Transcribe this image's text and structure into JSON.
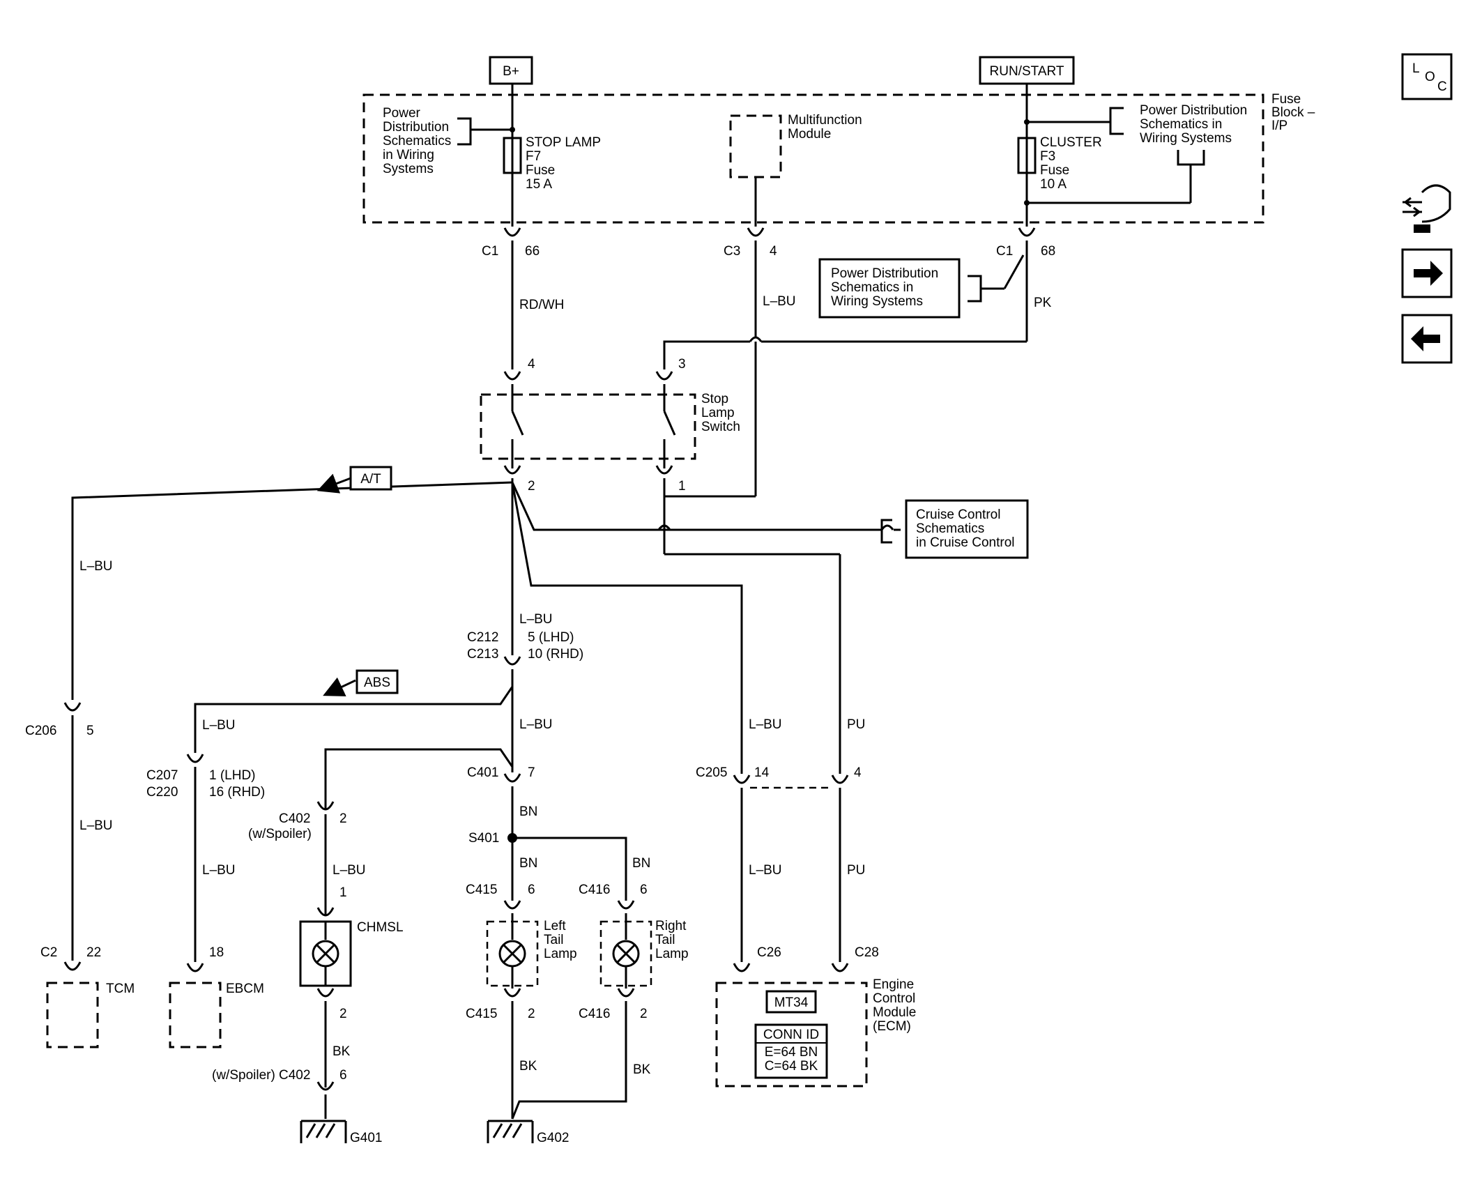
{
  "power": {
    "bplus": "B+",
    "runstart": "RUN/START"
  },
  "fuse_block": {
    "label_line1": "Fuse",
    "label_line2": "Block –",
    "label_line3": "I/P"
  },
  "pd_ref_left": [
    "Power",
    "Distribution",
    "Schematics",
    "in Wiring",
    "Systems"
  ],
  "fuse_f7": [
    "STOP LAMP",
    "F7",
    "Fuse",
    "15 A"
  ],
  "multifunction_module": [
    "Multifunction",
    "Module"
  ],
  "fuse_f3": [
    "CLUSTER",
    "F3",
    "Fuse",
    "10 A"
  ],
  "pd_ref_right": [
    "Power Distribution",
    "Schematics in",
    "Wiring Systems"
  ],
  "pd_ref_mid": [
    "Power Distribution",
    "Schematics in",
    "Wiring Systems"
  ],
  "connectors_top": {
    "c1_66": {
      "name": "C1",
      "pin": "66"
    },
    "c3_4": {
      "name": "C3",
      "pin": "4"
    },
    "c1_68": {
      "name": "C1",
      "pin": "68"
    }
  },
  "wires": {
    "rdwh": "RD/WH",
    "lbu_top": "L–BU",
    "pk": "PK",
    "lbu_tcm": "L–BU",
    "lbu_tcm2": "L–BU",
    "lbu_center": "L–BU",
    "lbu_center2": "L–BU",
    "lbu_ebcm": "L–BU",
    "lbu_ebcm2": "L–BU",
    "lbu_chmsl": "L–BU",
    "bn1": "BN",
    "bn2": "BN",
    "bn3": "BN",
    "bk1": "BK",
    "bk2": "BK",
    "bk3": "BK",
    "lbu_ecm1": "L–BU",
    "lbu_ecm2": "L–BU",
    "pu1": "PU",
    "pu2": "PU"
  },
  "stop_lamp_switch": {
    "pin_4": "4",
    "pin_3": "3",
    "pin_2": "2",
    "pin_1": "1",
    "label": [
      "Stop",
      "Lamp",
      "Switch"
    ]
  },
  "arrows": {
    "at": "A/T",
    "abs": "ABS"
  },
  "cruise_ref": [
    "Cruise Control",
    "Schematics",
    "in Cruise Control"
  ],
  "c212": {
    "name1": "C212",
    "name2": "C213",
    "pin1": "5 (LHD)",
    "pin2": "10 (RHD)"
  },
  "c206": {
    "name": "C206",
    "pin": "5"
  },
  "c207": {
    "name1": "C207",
    "name2": "C220",
    "pin1": "1 (LHD)",
    "pin2": "16 (RHD)"
  },
  "c401": {
    "name": "C401",
    "pin": "7"
  },
  "c402_top": {
    "name": "C402",
    "sub": "(w/Spoiler)",
    "pin": "2"
  },
  "s401": "S401",
  "c415_top": {
    "name": "C415",
    "pin": "6"
  },
  "c416_top": {
    "name": "C416",
    "pin": "6"
  },
  "c205": {
    "name": "C205",
    "pin_a": "14",
    "pin_b": "4"
  },
  "chmsl": {
    "pin_top": "1",
    "pin_bot": "2",
    "label": "CHMSL"
  },
  "left_tail": [
    "Left",
    "Tail",
    "Lamp"
  ],
  "right_tail": [
    "Right",
    "Tail",
    "Lamp"
  ],
  "c415_bot": {
    "name": "C415",
    "pin": "2"
  },
  "c416_bot": {
    "name": "C416",
    "pin": "2"
  },
  "c402_bot": {
    "name": "C402",
    "sub": "(w/Spoiler)",
    "pin": "6"
  },
  "tcm": {
    "conn": "C2",
    "pin": "22",
    "label": "TCM"
  },
  "ebcm": {
    "pin": "18",
    "label": "EBCM"
  },
  "ecm": {
    "c26": "C26",
    "c28": "C28",
    "label": [
      "Engine",
      "Control",
      "Module",
      "(ECM)"
    ],
    "mt": "MT34",
    "conn_id": "CONN ID",
    "conn_e": "E=64 BN",
    "conn_c": "C=64 BK"
  },
  "grounds": {
    "g401": "G401",
    "g402": "G402"
  },
  "nav": {
    "loc_icon": "location-icon",
    "harness_icon": "connector-harness-icon",
    "next_icon": "arrow-right-icon",
    "prev_icon": "arrow-left-icon",
    "loc_glyph_l": "L",
    "loc_glyph_o": "O",
    "loc_glyph_c": "C"
  }
}
